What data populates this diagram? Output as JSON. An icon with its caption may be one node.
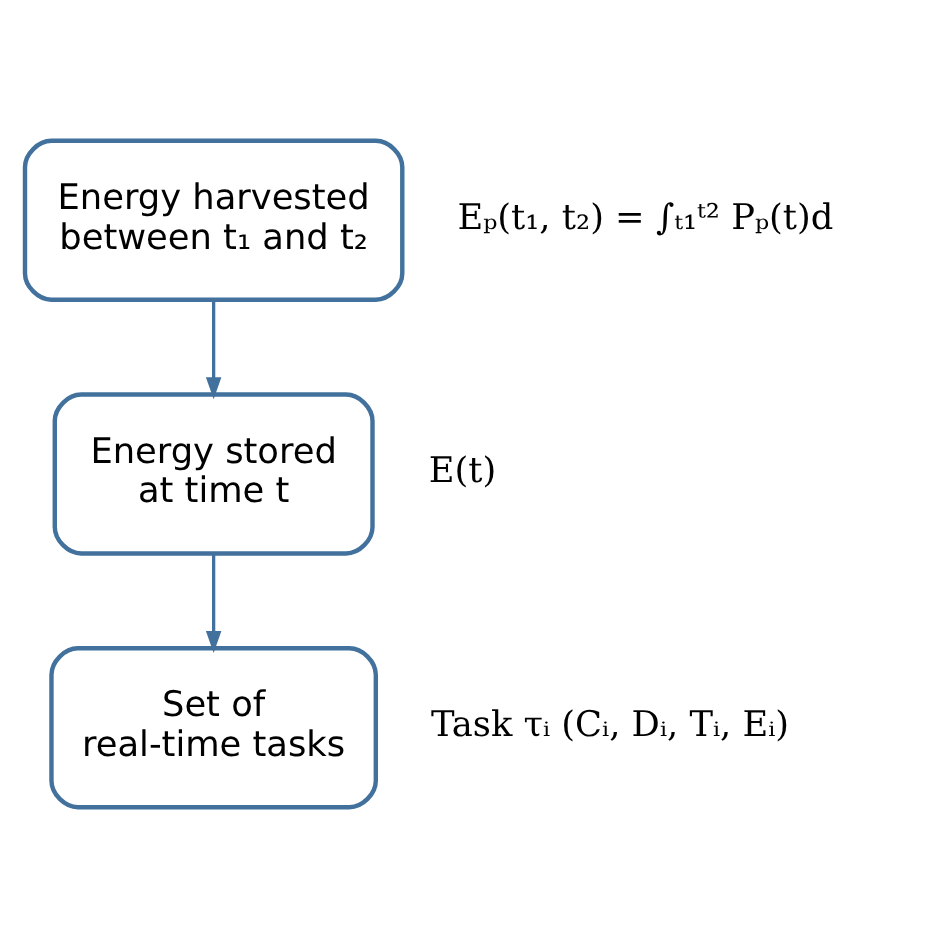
{
  "diagram": {
    "nodes": [
      {
        "text": [
          "Energy harvested between t₁ and t₂"
        ],
        "beside": [
          "Eₚ(t₁, t₂) = ∫ₜ₁ᵗ² Pₚ(t)d"
        ]
      },
      {
        "text": [
          "Energy stored at time t"
        ],
        "beside": [
          "E(t)"
        ]
      },
      {
        "text": [
          "Set of real-time tasks"
        ],
        "beside": [
          "Task τᵢ (Cᵢ, Dᵢ, Tᵢ, Eᵢ)"
        ]
      }
    ],
    "edges": [
      {
        "from": 0,
        "to": 1,
        "arrow": "to"
      },
      {
        "from": 1,
        "to": 2,
        "arrow": "to"
      }
    ]
  }
}
